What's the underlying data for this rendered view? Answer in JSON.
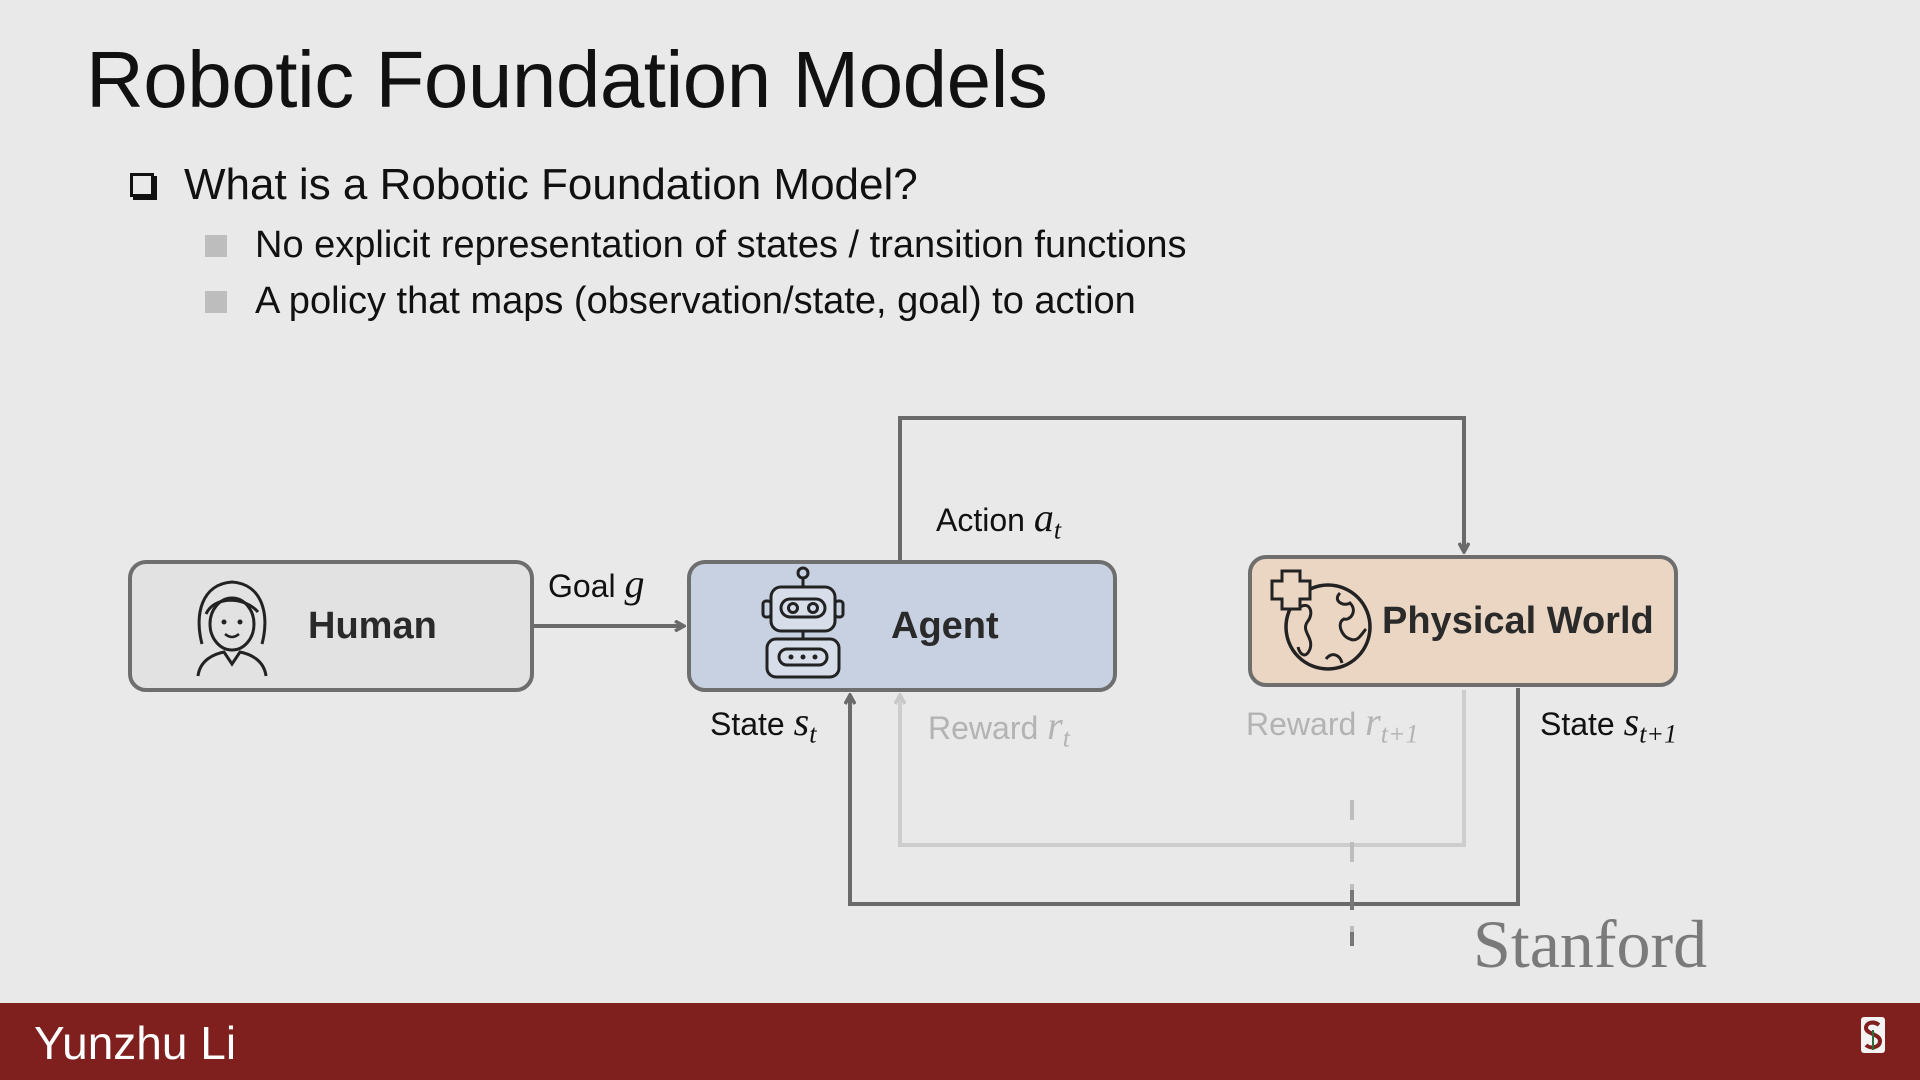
{
  "slide": {
    "title": "Robotic Foundation Models",
    "bullet_main": "What is a Robotic Foundation Model?",
    "sub_bullets": [
      "No explicit representation of states / transition functions",
      "A policy that maps (observation/state, goal) to action"
    ]
  },
  "diagram": {
    "nodes": {
      "human": "Human",
      "agent": "Agent",
      "world": "Physical World"
    },
    "edges": {
      "goal": {
        "text": "Goal",
        "symbol": "g"
      },
      "action": {
        "text": "Action",
        "symbol": "a",
        "sub": "t"
      },
      "state_t": {
        "text": "State",
        "symbol": "s",
        "sub": "t"
      },
      "reward_t": {
        "text": "Reward",
        "symbol": "r",
        "sub": "t"
      },
      "reward_t1": {
        "text": "Reward",
        "symbol": "r",
        "sub": "t+1"
      },
      "state_t1": {
        "text": "State",
        "symbol": "s",
        "sub": "t+1"
      }
    }
  },
  "watermark": "Stanford",
  "footer": {
    "presenter": "Yunzhu Li",
    "logo_icon": "stanford-s-icon"
  },
  "colors": {
    "footer": "#7f1f1e",
    "agent_fill": "#c7d1e1",
    "world_fill": "#ebd6c4",
    "human_fill": "#e2e2e2"
  }
}
